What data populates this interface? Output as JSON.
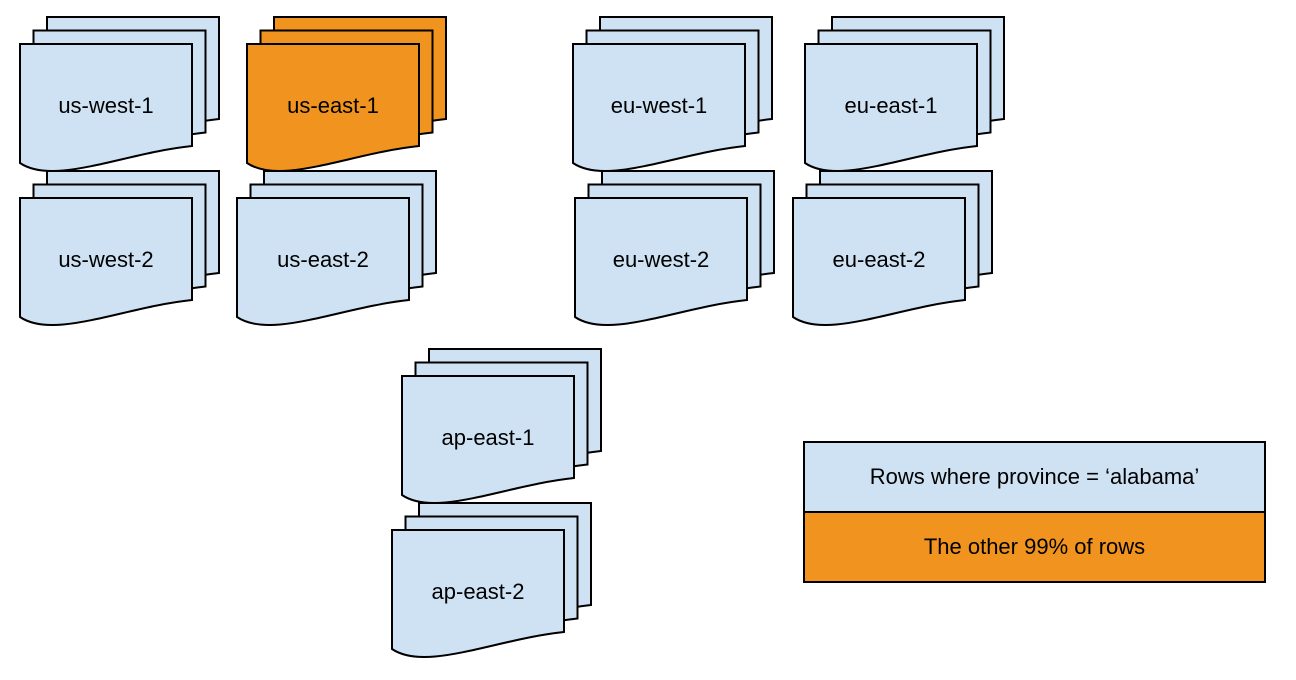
{
  "diagram": {
    "stacks": [
      {
        "id": "us-west-1",
        "label": "us-west-1",
        "highlighted": false
      },
      {
        "id": "us-east-1",
        "label": "us-east-1",
        "highlighted": true
      },
      {
        "id": "eu-west-1",
        "label": "eu-west-1",
        "highlighted": false
      },
      {
        "id": "eu-east-1",
        "label": "eu-east-1",
        "highlighted": false
      },
      {
        "id": "us-west-2",
        "label": "us-west-2",
        "highlighted": false
      },
      {
        "id": "us-east-2",
        "label": "us-east-2",
        "highlighted": false
      },
      {
        "id": "eu-west-2",
        "label": "eu-west-2",
        "highlighted": false
      },
      {
        "id": "eu-east-2",
        "label": "eu-east-2",
        "highlighted": false
      },
      {
        "id": "ap-east-1",
        "label": "ap-east-1",
        "highlighted": false
      },
      {
        "id": "ap-east-2",
        "label": "ap-east-2",
        "highlighted": false
      }
    ],
    "legend": {
      "items": [
        {
          "label": "Rows where province = ‘alabama’",
          "color": "#cfe2f3"
        },
        {
          "label": "The other 99% of rows",
          "color": "#f0941f"
        }
      ]
    },
    "colors": {
      "partition_fill": "#cfe2f3",
      "highlight_fill": "#f0941f",
      "outline": "#000000",
      "background": "#ffffff"
    }
  }
}
